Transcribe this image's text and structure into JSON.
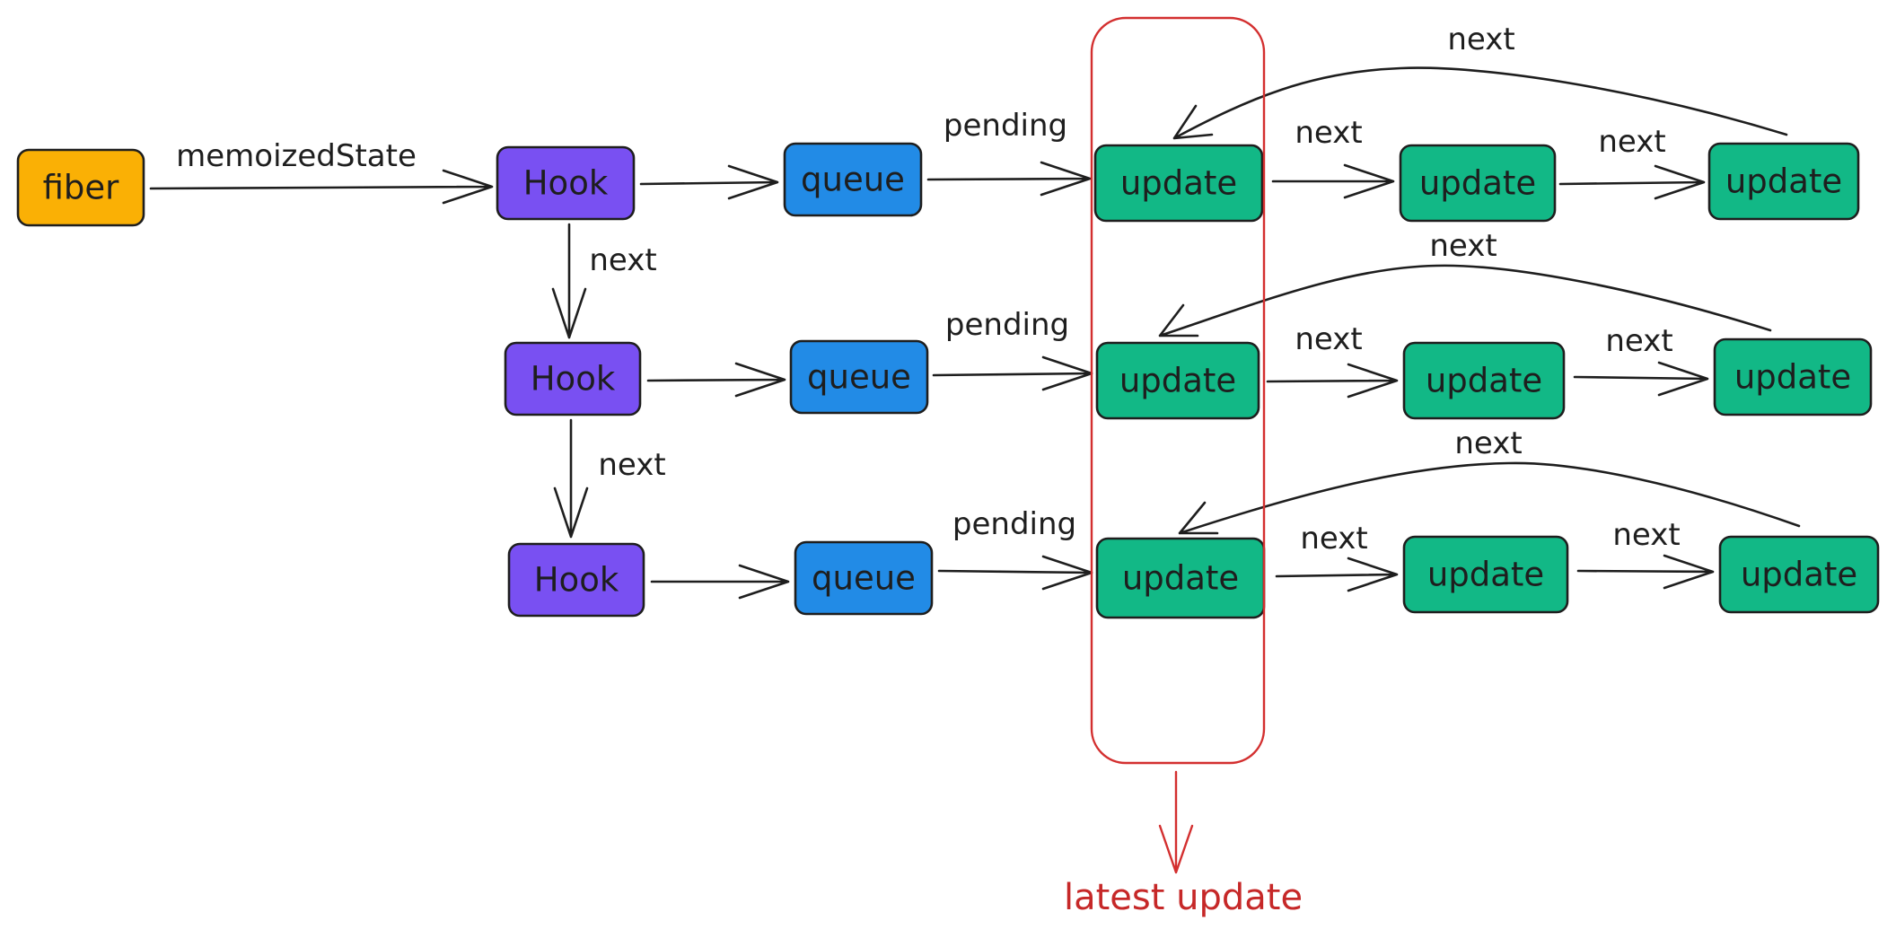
{
  "colors": {
    "fiber": "#fab005",
    "hook": "#7950f2",
    "queue": "#228be6",
    "update": "#12b886",
    "stroke": "#1e1e1e",
    "highlight": "#d32f2f"
  },
  "nodes": {
    "fiber": "fiber",
    "hook": "Hook",
    "queue": "queue",
    "update": "update"
  },
  "edges": {
    "memoized_state": "memoizedState",
    "next": "next",
    "pending": "pending"
  },
  "highlight": {
    "label": "latest update"
  }
}
